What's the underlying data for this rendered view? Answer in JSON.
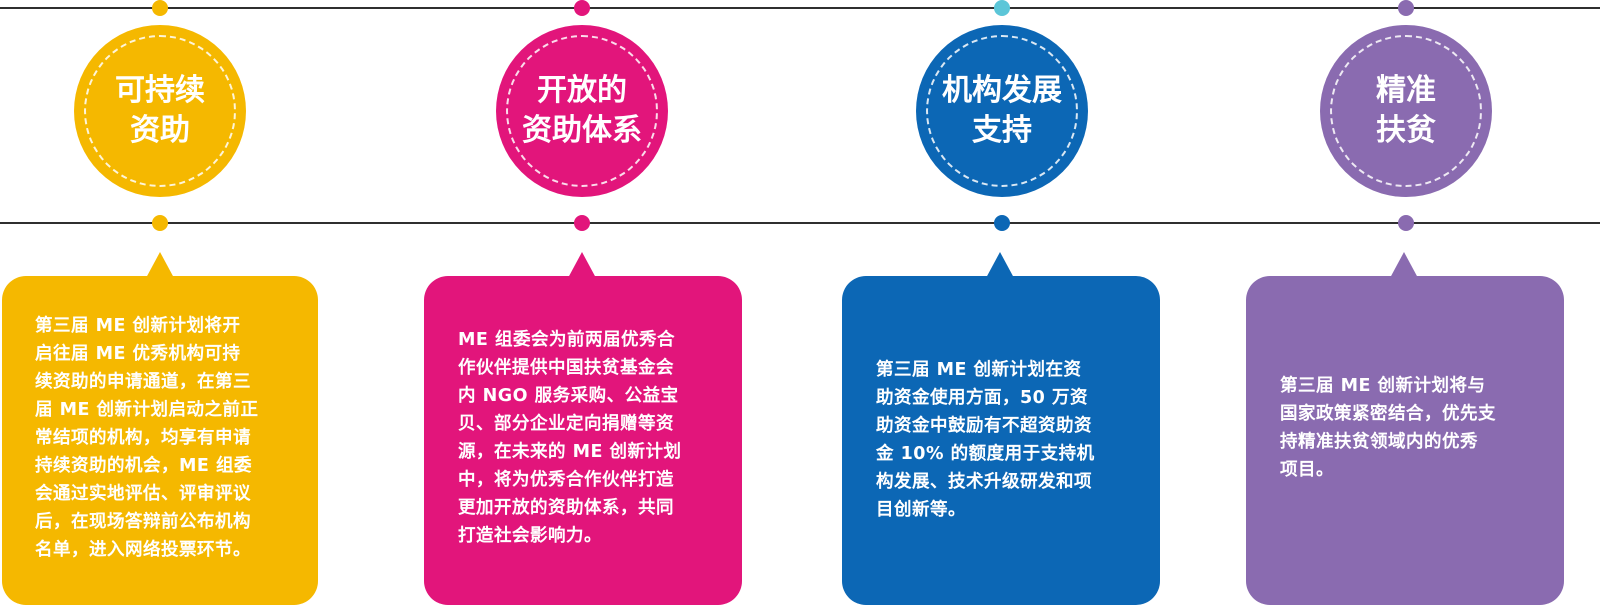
{
  "colors": {
    "yellow": "#f5b800",
    "magenta": "#e2157b",
    "blue": "#0c67b5",
    "purple": "#8a6bb0",
    "line": "#2f2f2f"
  },
  "items": [
    {
      "title": "可持续\n资助",
      "text": "第三届 ME 创新计划将开\n启往届 ME 优秀机构可持\n续资助的申请通道，在第三\n届 ME 创新计划启动之前正\n常结项的机构，均享有申请\n持续资助的机会，ME 组委\n会通过实地评估、评审评议\n后，在现场答辩前公布机构\n名单，进入网络投票环节。"
    },
    {
      "title": "开放的\n资助体系",
      "text": "ME 组委会为前两届优秀合\n作伙伴提供中国扶贫基金会\n内 NGO 服务采购、公益宝\n贝、部分企业定向捐赠等资\n源，在未来的 ME 创新计划\n中，将为优秀合作伙伴打造\n更加开放的资助体系，共同\n打造社会影响力。"
    },
    {
      "title": "机构发展\n支持",
      "text": "第三届 ME 创新计划在资\n助资金使用方面，50 万资\n助资金中鼓励有不超资助资\n金 10% 的额度用于支持机\n构发展、技术升级研发和项\n目创新等。"
    },
    {
      "title": "精准\n扶贫",
      "text": "第三届 ME 创新计划将与\n国家政策紧密结合，优先支\n持精准扶贫领域内的优秀\n项目。"
    }
  ]
}
